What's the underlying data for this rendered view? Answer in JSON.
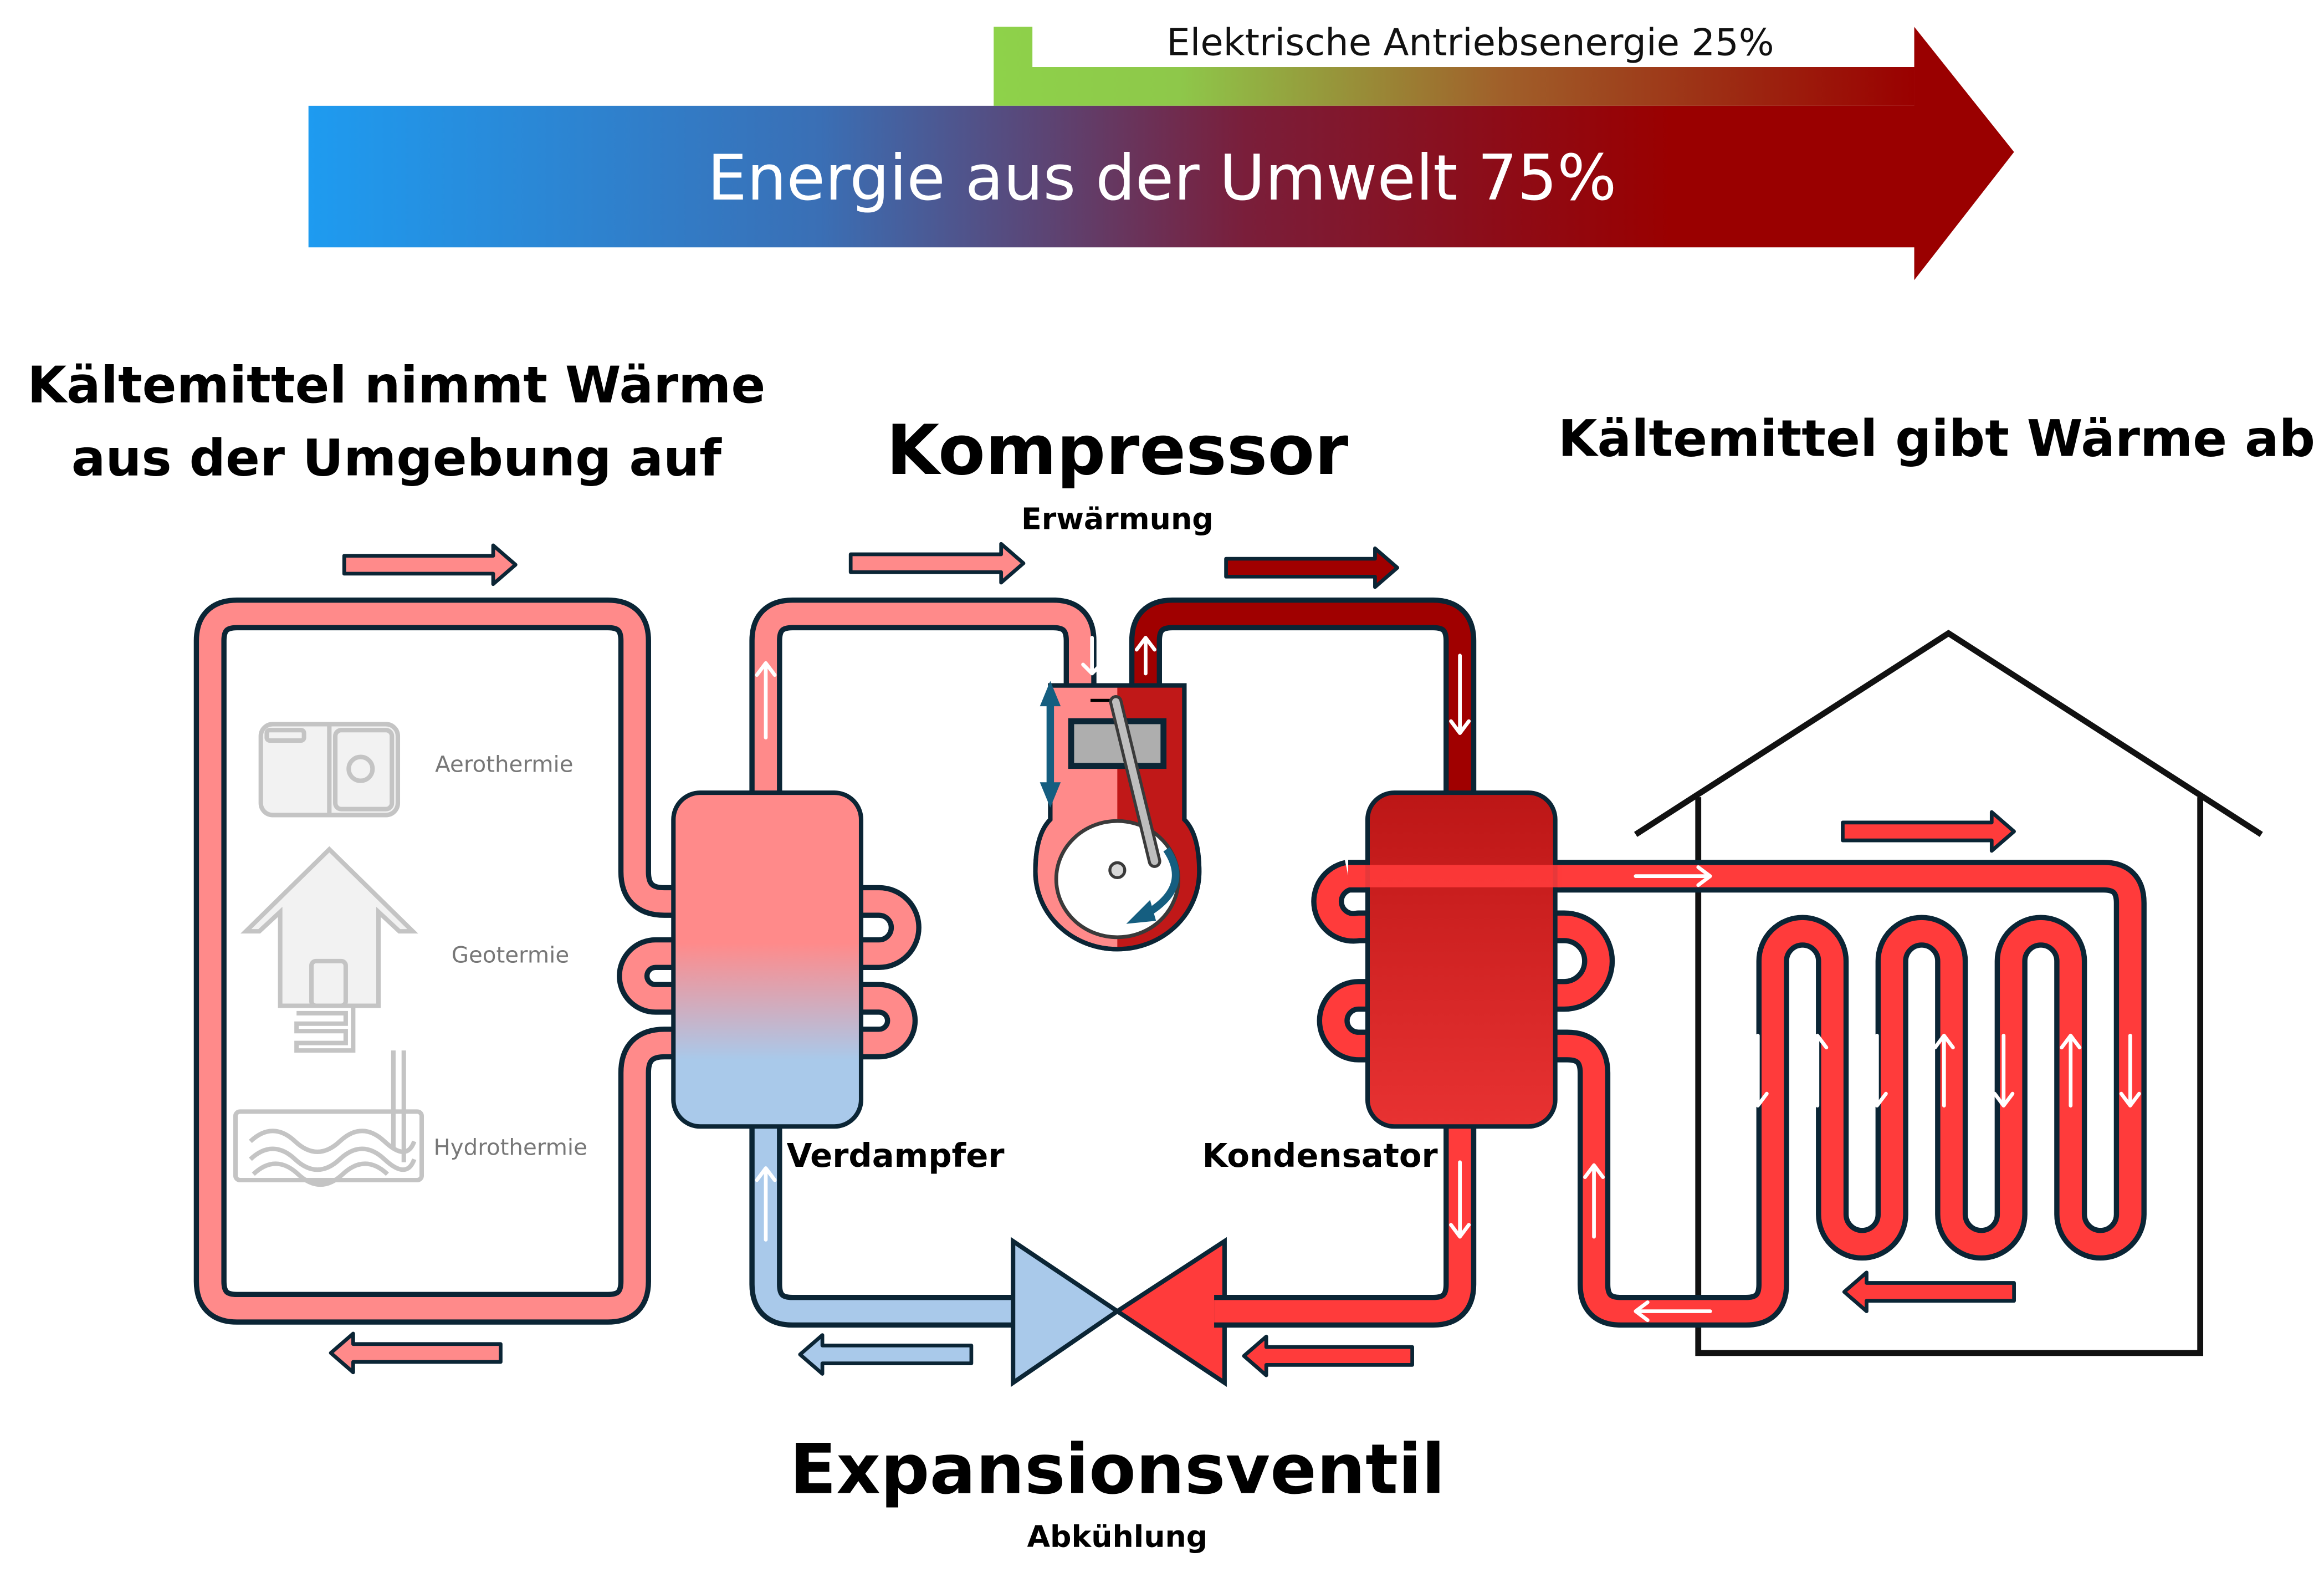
{
  "banner": {
    "electric_label": "Elektrische Antriebsenergie 25%",
    "environment_label": "Energie aus der Umwelt 75%"
  },
  "headings": {
    "left_line1": "Kältemittel nimmt Wärme",
    "left_line2": "aus der Umgebung auf",
    "compressor": "Kompressor",
    "compressor_sub": "Erwärmung",
    "right": "Kältemittel gibt Wärme ab",
    "valve": "Expansionsventil",
    "valve_sub": "Abkühlung"
  },
  "components": {
    "evaporator": "Verdampfer",
    "condenser": "Kondensator"
  },
  "sources": [
    "Aerothermie",
    "Geotermie",
    "Hydrothermie"
  ],
  "colors": {
    "cold_pipe": "#FF8A8A",
    "hot_pipe": "#A00000",
    "heating_pipe": "#FF3B3B",
    "expanded_pipe": "#A9C9EA",
    "outline": "#0B2535",
    "rotation_arrow": "#155E80"
  }
}
